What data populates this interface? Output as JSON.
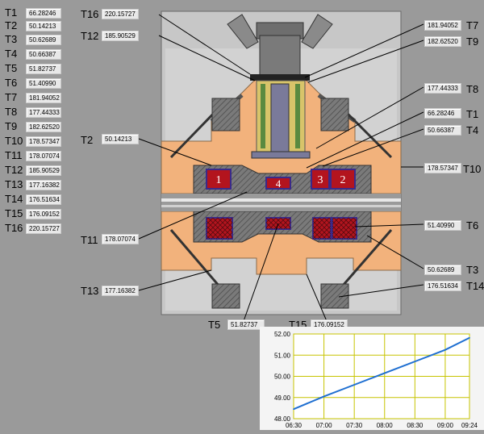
{
  "sensors": [
    {
      "id": "T1",
      "value": "66.28246"
    },
    {
      "id": "T2",
      "value": "50.14213"
    },
    {
      "id": "T3",
      "value": "50.62689"
    },
    {
      "id": "T4",
      "value": "50.66387"
    },
    {
      "id": "T5",
      "value": "51.82737"
    },
    {
      "id": "T6",
      "value": "51.40990"
    },
    {
      "id": "T7",
      "value": "181.94052"
    },
    {
      "id": "T8",
      "value": "177.44333"
    },
    {
      "id": "T9",
      "value": "182.62520"
    },
    {
      "id": "T10",
      "value": "178.57347"
    },
    {
      "id": "T11",
      "value": "178.07074"
    },
    {
      "id": "T12",
      "value": "185.90529"
    },
    {
      "id": "T13",
      "value": "177.16382"
    },
    {
      "id": "T14",
      "value": "176.51634"
    },
    {
      "id": "T15",
      "value": "176.09152"
    },
    {
      "id": "T16",
      "value": "220.15727"
    }
  ],
  "annotations": {
    "t16": {
      "label": "T16",
      "value": "220.15727"
    },
    "t12": {
      "label": "T12",
      "value": "185.90529"
    },
    "t2": {
      "label": "T2",
      "value": "50.14213"
    },
    "t11": {
      "label": "T11",
      "value": "178.07074"
    },
    "t13": {
      "label": "T13",
      "value": "177.16382"
    },
    "t5": {
      "label": "T5",
      "value": "51.82737"
    },
    "t15": {
      "label": "T15",
      "value": "176.09152"
    },
    "t7": {
      "label": "T7",
      "value": "181.94052"
    },
    "t9": {
      "label": "T9",
      "value": "182.62520"
    },
    "t8": {
      "label": "T8",
      "value": "177.44333"
    },
    "t1": {
      "label": "T1",
      "value": "66.28246"
    },
    "t4": {
      "label": "T4",
      "value": "50.66387"
    },
    "t10": {
      "label": "T10",
      "value": "178.57347"
    },
    "t6": {
      "label": "T6",
      "value": "51.40990"
    },
    "t3": {
      "label": "T3",
      "value": "50.62689"
    },
    "t14": {
      "label": "T14",
      "value": "176.51634"
    }
  },
  "coil_labels": [
    "1",
    "4",
    "3",
    "2"
  ],
  "colors": {
    "background": "#9a9a9a",
    "housing": "#f2b27c",
    "coil": "#b3141e",
    "metal": "#8a8a8a",
    "chart_line": "#1f6fd1",
    "grid": "#c7c400"
  },
  "chart_data": {
    "type": "line",
    "x_labels": [
      "06:30",
      "07:00",
      "07:30",
      "08:00",
      "08:30",
      "09:00",
      "09:24"
    ],
    "y_labels": [
      "52.00",
      "51.00",
      "50.00",
      "49.00",
      "48.00"
    ],
    "ylim": [
      48.0,
      52.0
    ],
    "grid": true,
    "series": [
      {
        "x": [
          "06:30",
          "07:00",
          "07:30",
          "08:00",
          "08:30",
          "09:00",
          "09:24"
        ],
        "values": [
          48.45,
          49.05,
          49.6,
          50.15,
          50.7,
          51.25,
          51.82
        ]
      }
    ]
  }
}
